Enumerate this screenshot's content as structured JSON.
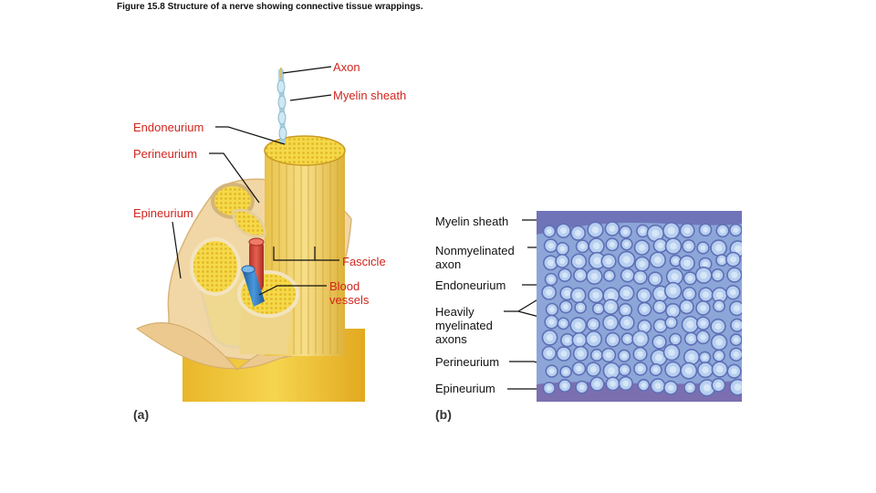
{
  "figure_title": "Figure 15.8 Structure of a nerve showing connective tissue wrappings.",
  "panel_a": {
    "tag": "(a)",
    "labels": {
      "axon": "Axon",
      "myelin_sheath": "Myelin sheath",
      "endoneurium": "Endoneurium",
      "perineurium": "Perineurium",
      "epineurium": "Epineurium",
      "fascicle": "Fascicle",
      "blood_vessels_line1": "Blood",
      "blood_vessels_line2": "vessels"
    }
  },
  "panel_b": {
    "tag": "(b)",
    "labels": {
      "myelin_sheath": "Myelin sheath",
      "nonmyelinated_line1": "Nonmyelinated",
      "nonmyelinated_line2": "axon",
      "endoneurium": "Endoneurium",
      "heavily_line1": "Heavily",
      "heavily_line2": "myelinated",
      "heavily_line3": "axons",
      "perineurium": "Perineurium",
      "epineurium": "Epineurium"
    }
  },
  "colors": {
    "label_red": "#d0261e",
    "epineurium_tan": "#f2d7a6",
    "fascicle_yellow": "#f3cf4a",
    "artery_red": "#d9483b",
    "vein_blue": "#2f7fc4",
    "micro_bg": "#8ca6d8",
    "micro_cell": "#a9c4ea"
  }
}
